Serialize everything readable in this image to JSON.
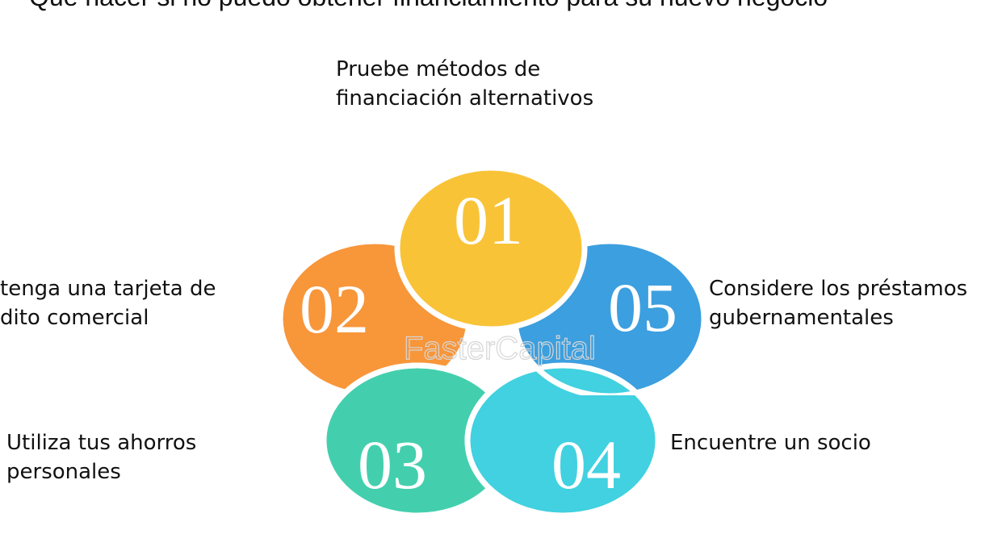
{
  "title": "Qué hacer si no puedo obtener financiamiento para su nuevo negocio",
  "watermark": "FasterCapital",
  "items": [
    {
      "number": "01",
      "color": "#F9C338",
      "label_lines": [
        "Pruebe métodos de",
        "financiación alternativos"
      ]
    },
    {
      "number": "02",
      "color": "#F8963A",
      "label_lines": [
        "tenga una tarjeta de",
        "dito comercial"
      ]
    },
    {
      "number": "03",
      "color": "#43CFAE",
      "label_lines": [
        "Utiliza tus ahorros",
        "personales"
      ]
    },
    {
      "number": "04",
      "color": "#41D1E0",
      "label_lines": [
        "Encuentre un socio"
      ]
    },
    {
      "number": "05",
      "color": "#3C9FDF",
      "label_lines": [
        "Considere los préstamos",
        "gubernamentales"
      ]
    }
  ]
}
